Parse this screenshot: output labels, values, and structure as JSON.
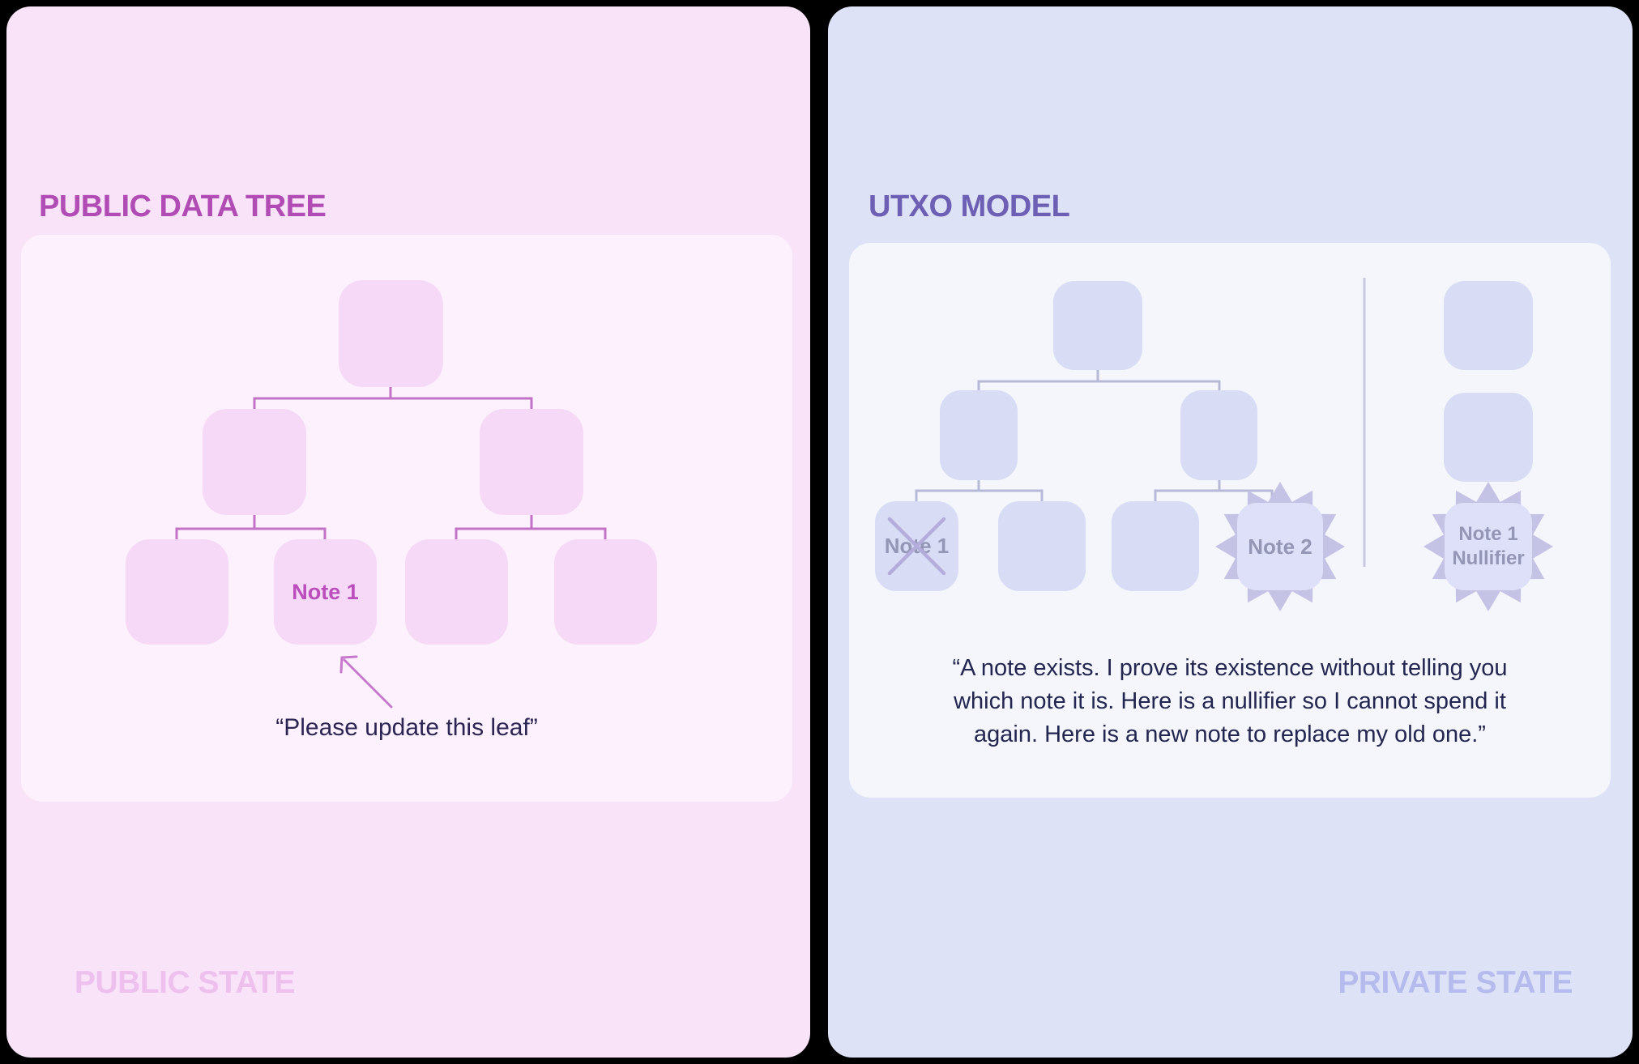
{
  "background_color": "#000000",
  "left_panel": {
    "title": "PUBLIC DATA TREE",
    "footer": "PUBLIC STATE",
    "tree": {
      "note_label": "Note 1"
    },
    "caption": "“Please update this leaf”",
    "colors": {
      "panel_bg": "#f8e3f8",
      "card_bg": "#fdf1fd",
      "node_fill": "#f6d8f7",
      "connector": "#c273c7",
      "arrow": "#c678cc",
      "title_text": "#b14cb5",
      "footer_text": "#eec0ee",
      "note_text": "#bb4dbd",
      "caption_text": "#2b2553"
    }
  },
  "right_panel": {
    "title": "UTXO MODEL",
    "footer": "PRIVATE STATE",
    "tree": {
      "spent_note_label": "Note 1",
      "new_note_label": "Note 2"
    },
    "nullifier": {
      "line1": "Note 1",
      "line2": "Nullifier"
    },
    "quote": [
      "“A note exists. I prove its existence without telling you",
      "which note it is. Here is a nullifier so I cannot spend it",
      "again. Here is a new note to replace my old one.”"
    ],
    "colors": {
      "panel_bg": "#dee2f6",
      "card_bg": "#f4f6fb",
      "node_fill": "#d8dcf5",
      "highlight_node_fill": "#dde0f8",
      "star_fill": "#c4c3e5",
      "connector": "#b7b9d8",
      "cross": "#b4addc",
      "divider": "#c8c8e0",
      "title_text": "#6d60b4",
      "footer_text": "#b6bbee",
      "node_label_text": "#9396b5",
      "quote_text": "#232650"
    }
  }
}
